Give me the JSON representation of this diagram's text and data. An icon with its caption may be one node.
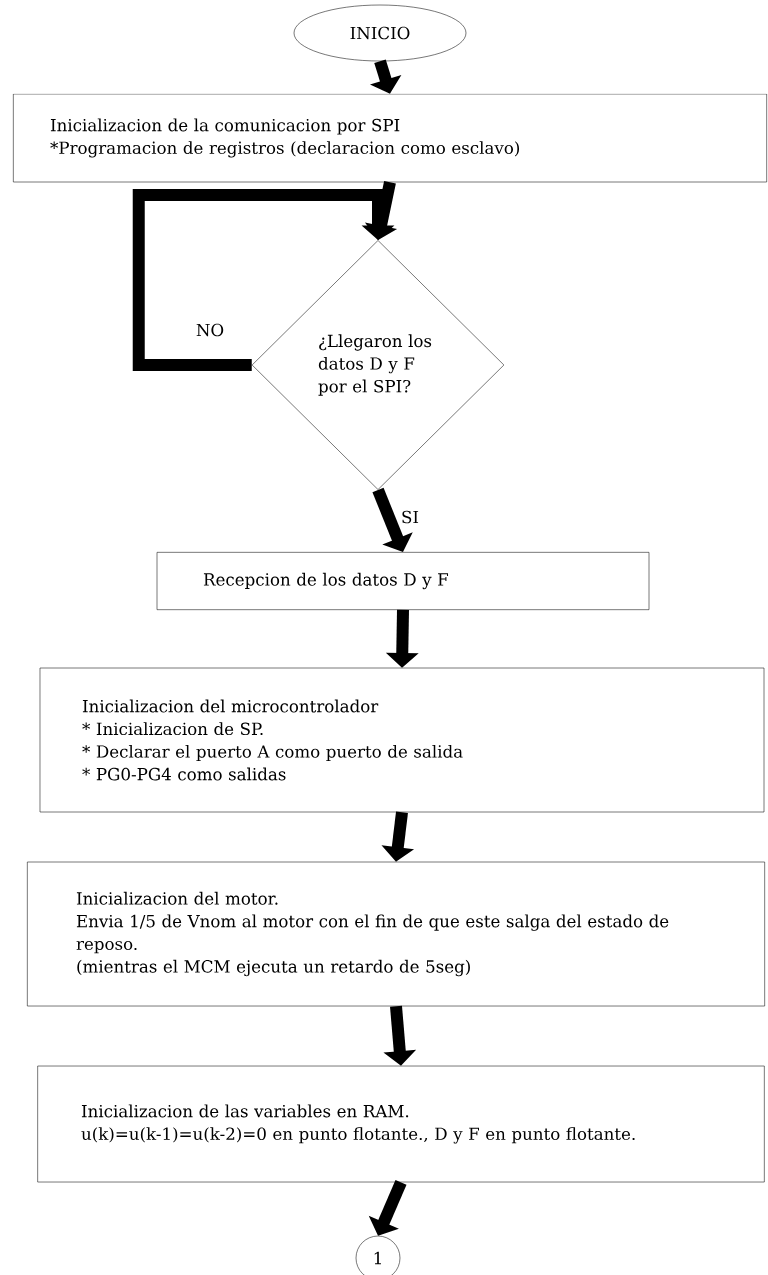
{
  "diagram": {
    "nodes": [
      {
        "text": [
          "INICIO"
        ]
      },
      {
        "text": [
          "Inicializacion de la comunicacion por SPI",
          "*Programacion de registros (declaracion como esclavo)"
        ]
      },
      {
        "text": [
          "¿Llegaron los datos D y F por el SPI?"
        ]
      },
      {
        "text": [
          "Recepcion de los datos D y F"
        ]
      },
      {
        "text": [
          "Inicializacion del microcontrolador",
          "* Inicializacion de SP.",
          "* Declarar el puerto A como puerto de salida",
          "* PG0-PG4 como salidas"
        ]
      },
      {
        "text": [
          "Inicializacion del motor.",
          "Envia 1/5 de Vnom al motor con el fin de que este salga del estado de reposo.",
          "(mientras el MCM ejecuta un retardo de 5seg)"
        ]
      },
      {
        "text": [
          "Inicializacion de las variables en RAM.",
          "u(k)=u(k-1)=u(k-2)=0 en punto flotante., D y F en punto flotante."
        ]
      },
      {
        "text": [
          "1"
        ]
      }
    ],
    "edges": [
      {
        "from": 0,
        "to": 1,
        "arrow": "to"
      },
      {
        "from": 1,
        "to": 2,
        "arrow": "to"
      },
      {
        "from": 2,
        "to": 2,
        "arrow": "to",
        "label": "NO"
      },
      {
        "from": 2,
        "to": 3,
        "arrow": "to",
        "label": "SI"
      },
      {
        "from": 3,
        "to": 4,
        "arrow": "to"
      },
      {
        "from": 4,
        "to": 5,
        "arrow": "to"
      },
      {
        "from": 5,
        "to": 6,
        "arrow": "to"
      },
      {
        "from": 6,
        "to": 7,
        "arrow": "to"
      }
    ]
  }
}
